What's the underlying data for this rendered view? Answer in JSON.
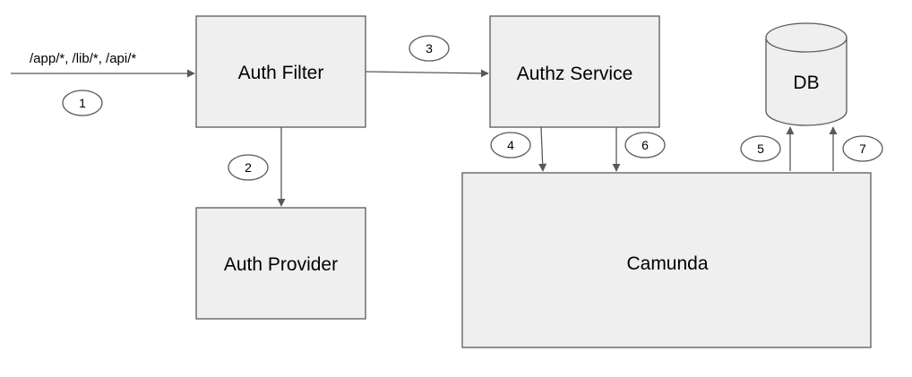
{
  "nodes": {
    "auth_filter": "Auth Filter",
    "auth_provider": "Auth Provider",
    "authz_service": "Authz Service",
    "camunda": "Camunda",
    "db": "DB"
  },
  "edges": {
    "entry_label": "/app/*, /lib/*, /api/*",
    "step1": "1",
    "step2": "2",
    "step3": "3",
    "step4": "4",
    "step5": "5",
    "step6": "6",
    "step7": "7"
  },
  "colors": {
    "box_fill": "#efefef",
    "stroke": "#595959",
    "text": "#000000"
  }
}
